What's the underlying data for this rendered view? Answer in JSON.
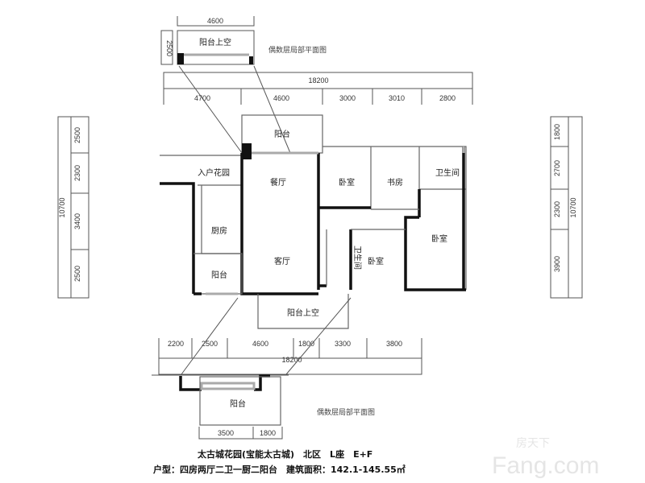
{
  "top_partial": {
    "width_dim": "4600",
    "height_dim": "2500",
    "room": "阳台上空",
    "note": "偶数层局部平面图"
  },
  "top_dims": {
    "total": "18200",
    "segments": [
      "4700",
      "4600",
      "3000",
      "3010",
      "2800"
    ]
  },
  "left_dims": {
    "total": "10700",
    "segments": [
      "2500",
      "2300",
      "3400",
      "2500"
    ]
  },
  "right_dims": {
    "total": "10700",
    "segments": [
      "1800",
      "2700",
      "2300",
      "3900"
    ]
  },
  "rooms": {
    "balcony_top": "阳台",
    "entry_garden": "入户花园",
    "dining": "餐厅",
    "bedroom1": "卧室",
    "study": "书房",
    "bathroom1": "卫生间",
    "kitchen": "厨房",
    "bathroom2": "卫生间",
    "bedroom2": "卧室",
    "bedroom3": "卧室",
    "living": "客厅",
    "balcony_left": "阳台",
    "balcony_void": "阳台上空"
  },
  "bottom_dims": {
    "total": "18200",
    "segments": [
      "2200",
      "2500",
      "4600",
      "1800",
      "3300",
      "3800"
    ]
  },
  "bottom_partial": {
    "room": "阳台",
    "note": "偶数层局部平面图",
    "segments": [
      "3500",
      "1800"
    ]
  },
  "caption": {
    "line1": "太古城花园(宝能太古城)　北区　L座　E+F",
    "line2": "户型：四房两厅二卫一厨二阳台　建筑面积：142.1-145.55㎡"
  },
  "watermark": {
    "cn": "房天下",
    "en": "Fang.com"
  }
}
